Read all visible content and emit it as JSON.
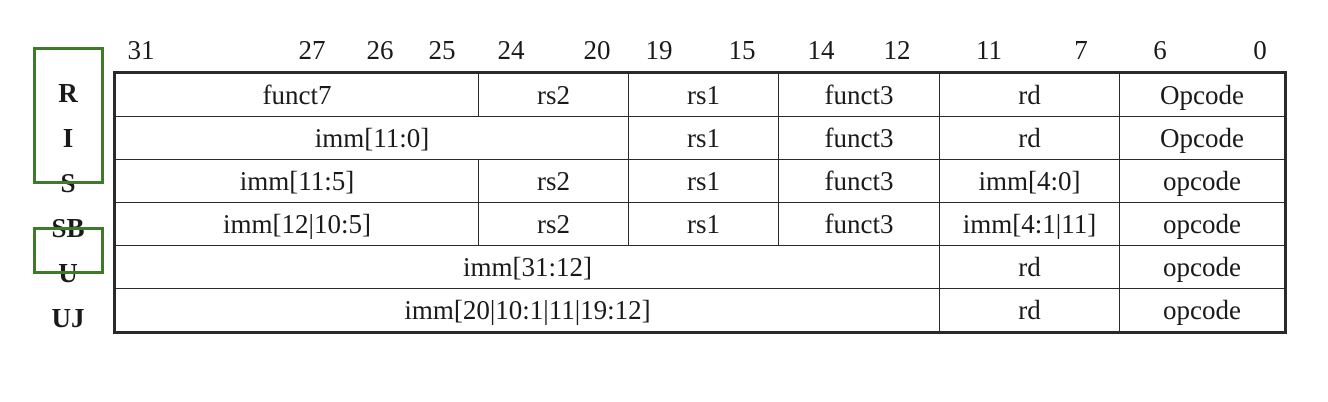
{
  "bit_positions": [
    "31",
    "27",
    "26",
    "25",
    "24",
    "20",
    "19",
    "15",
    "14",
    "12",
    "11",
    "7",
    "6",
    "0"
  ],
  "highlight_color": "#3d7a2c",
  "formats": [
    {
      "name": "R",
      "fields": [
        {
          "label": "funct7",
          "span": 7
        },
        {
          "label": "rs2",
          "span": 5
        },
        {
          "label": "rs1",
          "span": 5
        },
        {
          "label": "funct3",
          "span": 3
        },
        {
          "label": "rd",
          "span": 5
        },
        {
          "label": "Opcode",
          "span": 7
        }
      ]
    },
    {
      "name": "I",
      "fields": [
        {
          "label": "imm[11:0]",
          "span": 12
        },
        {
          "label": "rs1",
          "span": 5
        },
        {
          "label": "funct3",
          "span": 3
        },
        {
          "label": "rd",
          "span": 5
        },
        {
          "label": "Opcode",
          "span": 7
        }
      ]
    },
    {
      "name": "S",
      "fields": [
        {
          "label": "imm[11:5]",
          "span": 7
        },
        {
          "label": "rs2",
          "span": 5
        },
        {
          "label": "rs1",
          "span": 5
        },
        {
          "label": "funct3",
          "span": 3
        },
        {
          "label": "imm[4:0]",
          "span": 5
        },
        {
          "label": "opcode",
          "span": 7
        }
      ]
    },
    {
      "name": "SB",
      "fields": [
        {
          "label": "imm[12|10:5]",
          "span": 7
        },
        {
          "label": "rs2",
          "span": 5
        },
        {
          "label": "rs1",
          "span": 5
        },
        {
          "label": "funct3",
          "span": 3
        },
        {
          "label": "imm[4:1|11]",
          "span": 5
        },
        {
          "label": "opcode",
          "span": 7
        }
      ]
    },
    {
      "name": "U",
      "fields": [
        {
          "label": "imm[31:12]",
          "span": 20
        },
        {
          "label": "rd",
          "span": 5
        },
        {
          "label": "opcode",
          "span": 7
        }
      ]
    },
    {
      "name": "UJ",
      "fields": [
        {
          "label": "imm[20|10:1|11|19:12]",
          "span": 20
        },
        {
          "label": "rd",
          "span": 5
        },
        {
          "label": "opcode",
          "span": 7
        }
      ]
    }
  ],
  "highlight_groups": [
    {
      "formats": [
        "R",
        "I",
        "S"
      ]
    },
    {
      "formats": [
        "U"
      ]
    }
  ]
}
